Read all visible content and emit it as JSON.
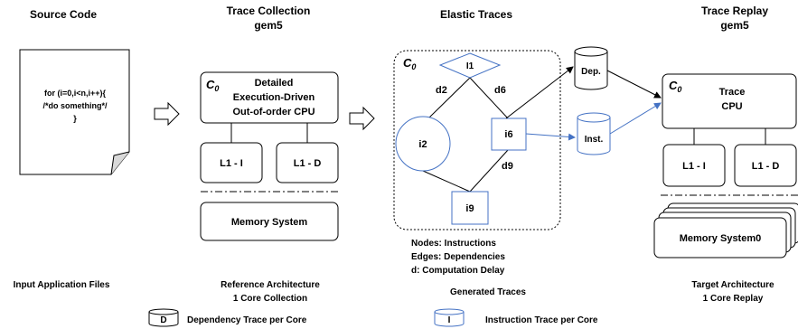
{
  "headers": {
    "source_code": "Source Code",
    "trace_collection_line1": "Trace Collection",
    "trace_collection_line2": "gem5",
    "elastic_traces": "Elastic Traces",
    "trace_replay_line1": "Trace Replay",
    "trace_replay_line2": "gem5"
  },
  "source_code": {
    "line1": "for (i=0,i<n,i++){",
    "line2": "/*do something*/",
    "line3": "}"
  },
  "collection": {
    "core_symbol": "C",
    "core_subscript": "0",
    "cpu_line1": "Detailed",
    "cpu_line2": "Execution-Driven",
    "cpu_line3": "Out-of-order CPU",
    "l1i": "L1 - I",
    "l1d": "L1 - D",
    "memory": "Memory System"
  },
  "elastic": {
    "core_symbol": "C",
    "core_subscript": "0",
    "node_i1": "I1",
    "node_i2": "i2",
    "node_i6": "i6",
    "node_i9": "i9",
    "edge_d2": "d2",
    "edge_d6": "d6",
    "edge_d9": "d9",
    "dep_db": "Dep.",
    "inst_db": "Inst.",
    "legend_line1": "Nodes: Instructions",
    "legend_line2": "Edges: Dependencies",
    "legend_line3": "d: Computation Delay"
  },
  "replay": {
    "core_symbol": "C",
    "core_subscript": "0",
    "cpu_line1": "Trace",
    "cpu_line2": "CPU",
    "l1i": "L1 - I",
    "l1d": "L1 - D",
    "memory": "Memory System0"
  },
  "captions": {
    "input_files": "Input Application Files",
    "reference_line1": "Reference Architecture",
    "reference_line2": "1 Core Collection",
    "generated": "Generated Traces",
    "target_line1": "Target Architecture",
    "target_line2": "1 Core Replay"
  },
  "legend": {
    "dep_symbol": "D",
    "dep_label": "Dependency Trace per Core",
    "inst_symbol": "I",
    "inst_label": "Instruction Trace per Core"
  },
  "colors": {
    "black": "#000000",
    "blue": "#4472C4"
  }
}
